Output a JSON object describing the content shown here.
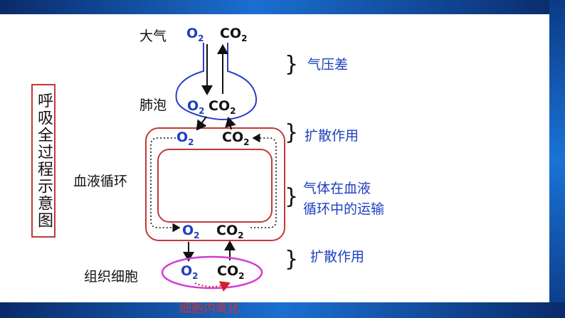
{
  "labels": {
    "atmosphere": "大气",
    "alveoli": "肺泡",
    "blood_circulation": "血液循环",
    "tissue_cells": "组织细胞"
  },
  "side_title": "呼吸全过程示意图",
  "annotations": {
    "pressure_difference": "气压差",
    "diffusion_top": "扩散作用",
    "gas_transport_line1": "气体在血液",
    "gas_transport_line2": "循环中的运输",
    "diffusion_bottom": "扩散作用"
  },
  "gases": {
    "o2_base": "O",
    "o2_sub": "2",
    "co2_base": "CO",
    "co2_sub": "2"
  },
  "bottom_caption": "细胞内氧化",
  "colors": {
    "o2_text": "#1f3fbf",
    "frame_red": "#c0393b",
    "tissue_ellipse": "#d63ad6",
    "alveolus_outline": "#2b3fc9"
  }
}
